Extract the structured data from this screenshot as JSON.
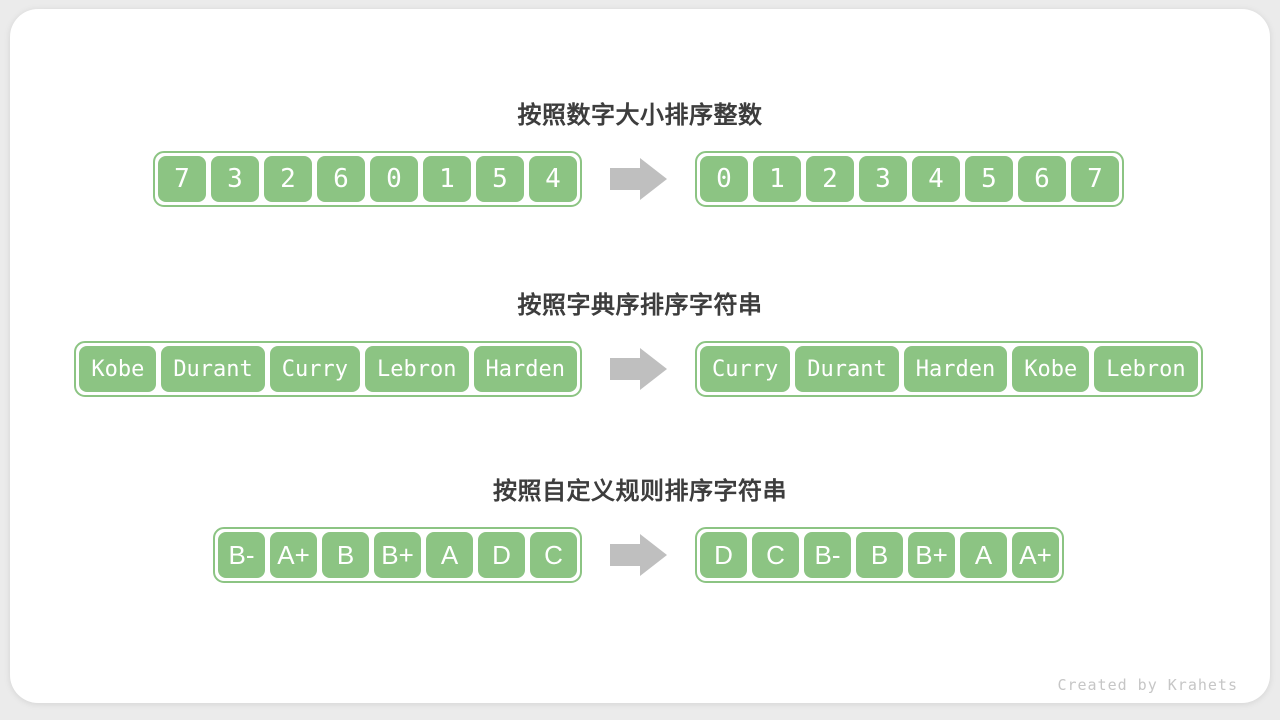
{
  "credit": "Created by Krahets",
  "colors": {
    "page_background": "#ebebeb",
    "card_background": "#ffffff",
    "green": "#8cc483",
    "cell_text": "#ffffff",
    "arrow_gray": "#bfbfbf",
    "title_text": "#3d3d3d",
    "credit_text": "#c6c6c6"
  },
  "sections": [
    {
      "id": "sort-integers",
      "title": "按照数字大小排序整数",
      "before": [
        "7",
        "3",
        "2",
        "6",
        "0",
        "1",
        "5",
        "4"
      ],
      "after": [
        "0",
        "1",
        "2",
        "3",
        "4",
        "5",
        "6",
        "7"
      ]
    },
    {
      "id": "sort-lexicographic",
      "title": "按照字典序排序字符串",
      "before": [
        "Kobe",
        "Durant",
        "Curry",
        "Lebron",
        "Harden"
      ],
      "after": [
        "Curry",
        "Durant",
        "Harden",
        "Kobe",
        "Lebron"
      ]
    },
    {
      "id": "sort-custom-rule",
      "title": "按照自定义规则排序字符串",
      "before": [
        "B-",
        "A+",
        "B",
        "B+",
        "A",
        "D",
        "C"
      ],
      "after": [
        "D",
        "C",
        "B-",
        "B",
        "B+",
        "A",
        "A+"
      ]
    }
  ]
}
